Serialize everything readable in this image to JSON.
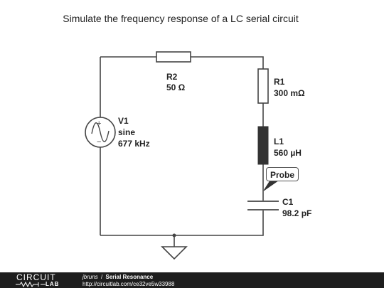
{
  "title": "Simulate the frequency response of a LC serial circuit",
  "components": {
    "v1": {
      "name": "V1",
      "type": "sine",
      "value": "677 kHz"
    },
    "r2": {
      "name": "R2",
      "value": "50 Ω"
    },
    "r1": {
      "name": "R1",
      "value": "300 mΩ"
    },
    "l1": {
      "name": "L1",
      "value": "560 µH"
    },
    "c1": {
      "name": "C1",
      "value": "98.2 pF"
    },
    "probe": {
      "label": "Probe"
    }
  },
  "footer": {
    "logo_top": "CIRCUIT",
    "logo_bottom": "LAB",
    "author": "jbruns",
    "separator": "/",
    "circuit_title": "Serial Resonance",
    "url": "http://circuitlab.com/ce32ve5w33988"
  },
  "colors": {
    "wire": "#444444",
    "footer_bg": "#1e1e1e",
    "inductor": "#333333"
  }
}
